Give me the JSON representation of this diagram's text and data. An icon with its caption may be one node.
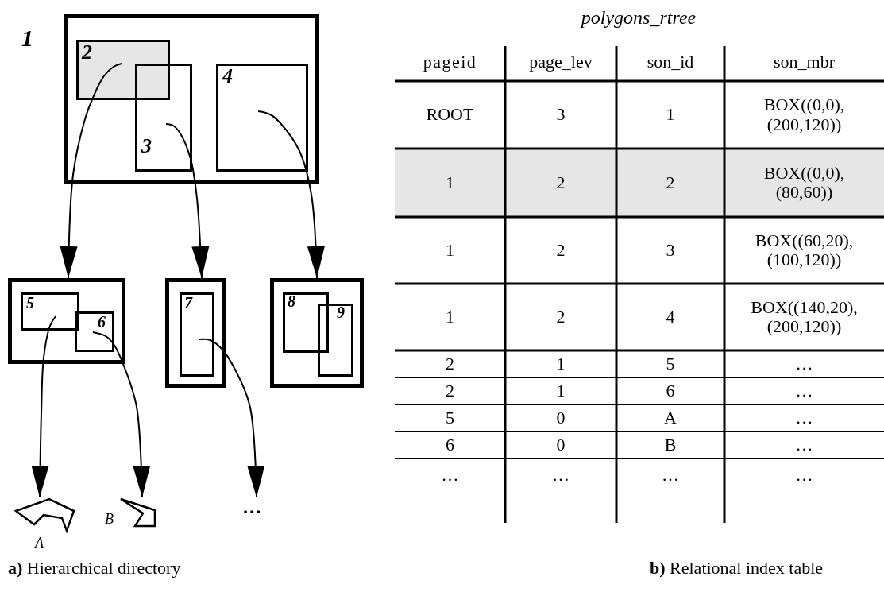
{
  "diagram": {
    "nodes": [
      {
        "text": [
          "1"
        ]
      },
      {
        "text": [
          "2"
        ],
        "in": 0
      },
      {
        "text": [
          "3"
        ],
        "in": 0
      },
      {
        "text": [
          "4"
        ],
        "in": 0
      },
      {
        "text": [],
        "shape": "box"
      },
      {
        "text": [
          "5"
        ],
        "in": 4
      },
      {
        "text": [
          "6"
        ],
        "in": 4
      },
      {
        "text": [],
        "shape": "box"
      },
      {
        "text": [
          "7"
        ],
        "in": 7
      },
      {
        "text": [],
        "shape": "box"
      },
      {
        "text": [
          "8"
        ],
        "in": 9
      },
      {
        "text": [
          "9"
        ],
        "in": 9
      },
      {
        "text": [],
        "shape": "polygon",
        "beside": [
          "A"
        ]
      },
      {
        "text": [],
        "shape": "polygon",
        "beside": [
          "B"
        ]
      },
      {
        "text": [
          "…"
        ]
      }
    ],
    "edges": [
      {
        "from": 1,
        "to": 4,
        "arrow": "to"
      },
      {
        "from": 2,
        "to": 7,
        "arrow": "to"
      },
      {
        "from": 3,
        "to": 9,
        "arrow": "to"
      },
      {
        "from": 5,
        "to": 12,
        "arrow": "to"
      },
      {
        "from": 6,
        "to": 13,
        "arrow": "to"
      },
      {
        "from": 8,
        "to": 14,
        "arrow": "to"
      }
    ],
    "labels": [
      "polygons_rtree",
      "pageid",
      "page_lev",
      "son_id",
      "son_mbr",
      "ROOT",
      "3",
      "1",
      "BOX((0,0), (200,120))",
      "1",
      "2",
      "2",
      "BOX((0,0), (80,60))",
      "1",
      "2",
      "3",
      "BOX((60,20), (100,120))",
      "1",
      "2",
      "4",
      "BOX((140,20), (200,120))",
      "2",
      "1",
      "5",
      "…",
      "2",
      "1",
      "6",
      "…",
      "5",
      "0",
      "A",
      "…",
      "6",
      "0",
      "B",
      "…",
      "…",
      "…",
      "…",
      "…",
      "**a)** Hierarchical directory",
      "**b)** Relational index table"
    ]
  }
}
